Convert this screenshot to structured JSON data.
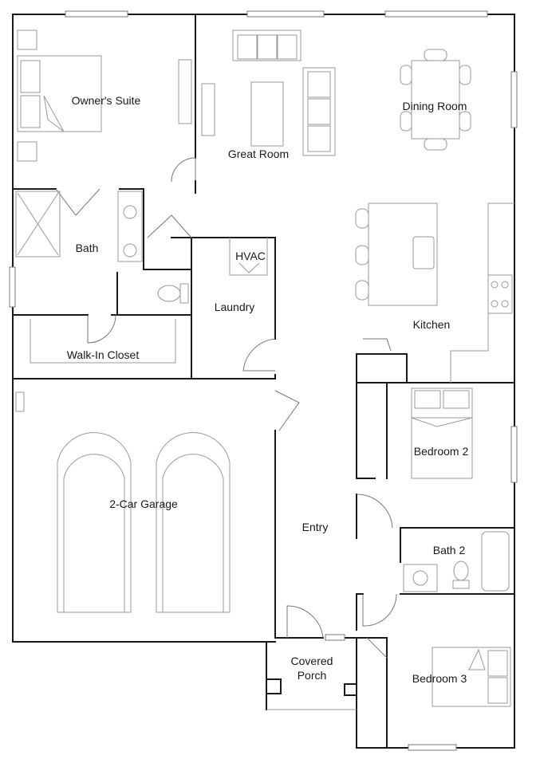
{
  "rooms": {
    "owners_suite": "Owner's Suite",
    "great_room": "Great Room",
    "dining_room": "Dining Room",
    "bath": "Bath",
    "hvac": "HVAC",
    "laundry": "Laundry",
    "kitchen": "Kitchen",
    "walk_in_closet": "Walk-In Closet",
    "bedroom_2": "Bedroom 2",
    "garage": "2-Car Garage",
    "entry": "Entry",
    "bath_2": "Bath 2",
    "covered_porch_line1": "Covered",
    "covered_porch_line2": "Porch",
    "bedroom_3": "Bedroom 3"
  },
  "colors": {
    "wall": "#1a1a1a",
    "fixture": "#9a9a9a",
    "background": "#ffffff"
  }
}
